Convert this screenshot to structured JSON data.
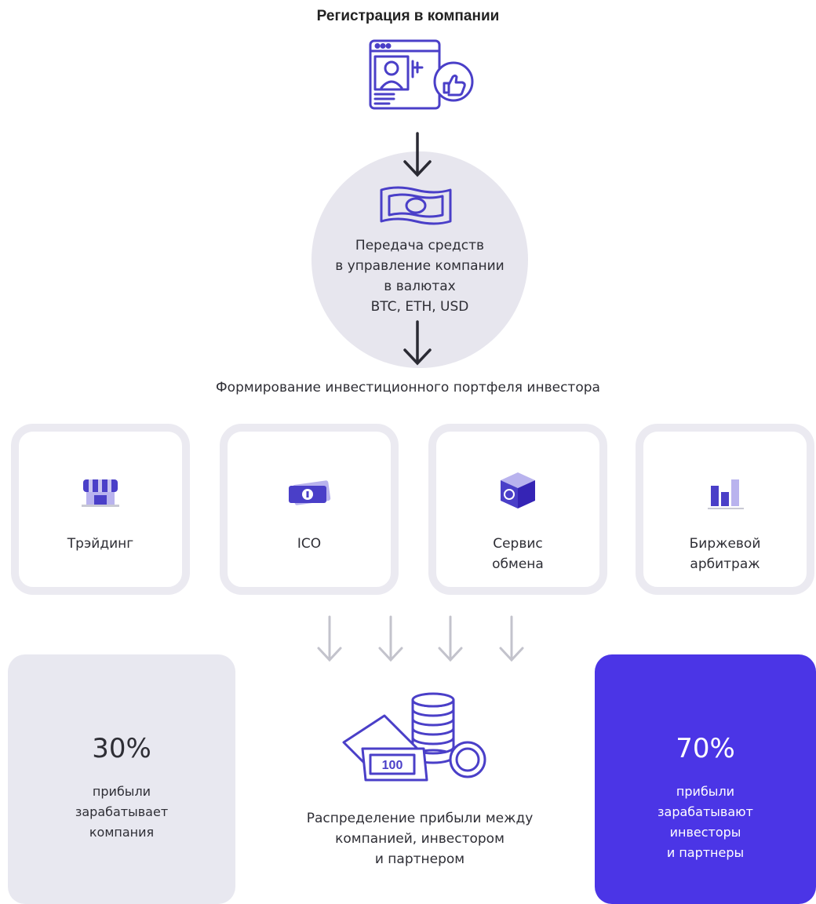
{
  "registration": {
    "title": "Регистрация в компании"
  },
  "transfer": {
    "lines": [
      "Передача средств",
      "в управление компании",
      "в валютах",
      "BTC, ETH, USD"
    ]
  },
  "portfolio": {
    "title": "Формирование инвестиционного портфеля инвестора",
    "cards": [
      {
        "lines": [
          "Трэйдинг"
        ],
        "icon": "market-stall-icon"
      },
      {
        "lines": [
          "ICO"
        ],
        "icon": "coin-ticket-icon"
      },
      {
        "lines": [
          "Сервис",
          "обмена"
        ],
        "icon": "exchange-box-icon"
      },
      {
        "lines": [
          "Биржевой",
          "арбитраж"
        ],
        "icon": "bar-chart-icon"
      }
    ]
  },
  "company_share": {
    "percent": "30%",
    "lines": [
      "прибыли",
      "зарабатывает",
      "компания"
    ]
  },
  "investor_share": {
    "percent": "70%",
    "lines": [
      "прибыли",
      "зарабатывают",
      "инвесторы",
      "и партнеры"
    ]
  },
  "distribution": {
    "lines": [
      "Распределение прибыли между",
      "компанией, инвестором",
      "и партнером"
    ],
    "banknote_value": "100"
  },
  "colors": {
    "accent": "#4b35e6",
    "light_bg": "#e8e8f0",
    "icon_stroke": "#4a3fc8",
    "arrow_gray": "#c3c3cc"
  }
}
